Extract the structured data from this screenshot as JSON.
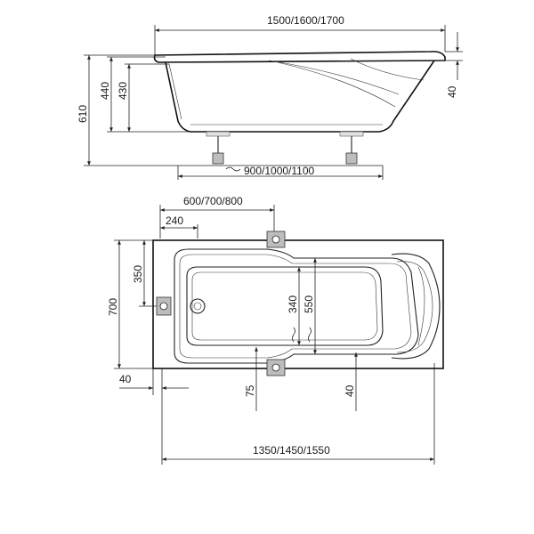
{
  "side_view": {
    "length_label": "1500/1600/1700",
    "height_total_label": "610",
    "height_rim_label": "440",
    "height_inner_label": "430",
    "rim_label": "40",
    "legs_span_label": "900/1000/1100"
  },
  "top_view": {
    "leg_offset_label": "600/700/800",
    "drain_offset_label": "240",
    "width_label": "700",
    "drain_height_label": "350",
    "inner_width_small_label": "340",
    "inner_width_large_label": "550",
    "left_margin_label": "40",
    "leg_inset_label": "75",
    "right_margin_label": "40",
    "bottom_length_label": "1350/1450/1550"
  }
}
